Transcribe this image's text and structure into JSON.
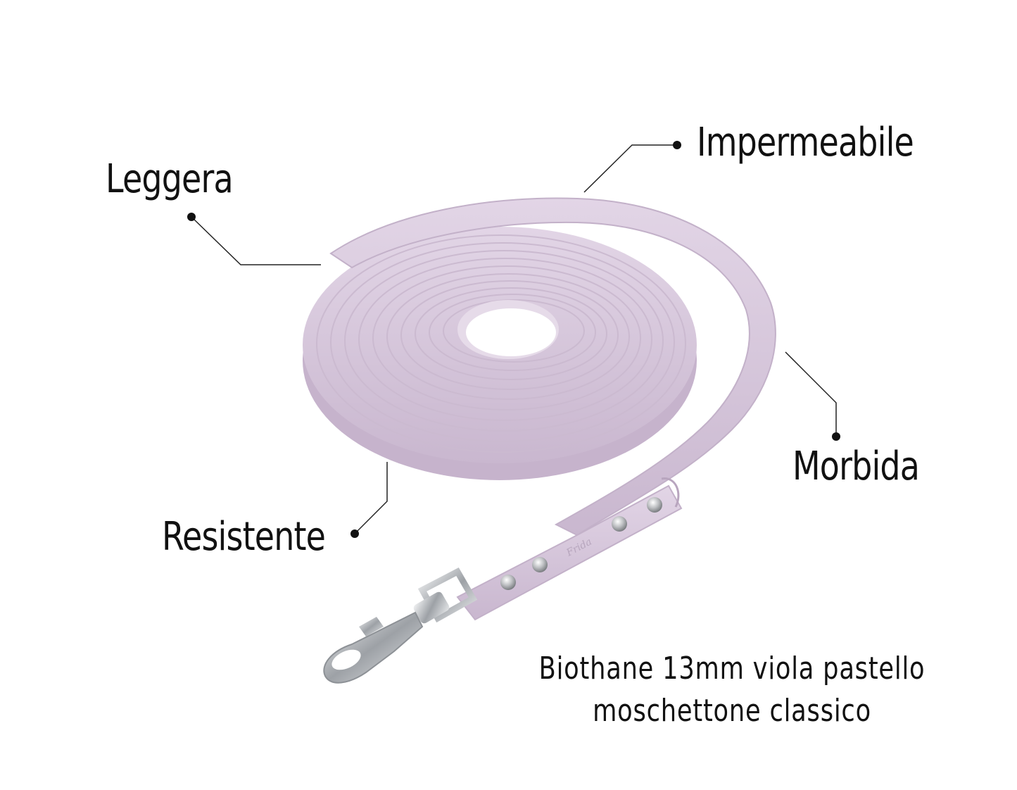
{
  "image": {
    "background": "#ffffff",
    "subject": "coiled leash",
    "leash_color": "#d8c9dc",
    "hardware_color": "#c9cbce"
  },
  "callouts": {
    "leggera": "Leggera",
    "impermeabile": "Impermeabile",
    "morbida": "Morbida",
    "resistente": "Resistente"
  },
  "caption": {
    "line1": "Biothane 13mm viola pastello",
    "line2": "moschettone classico"
  },
  "brand_stamp": "Frida"
}
